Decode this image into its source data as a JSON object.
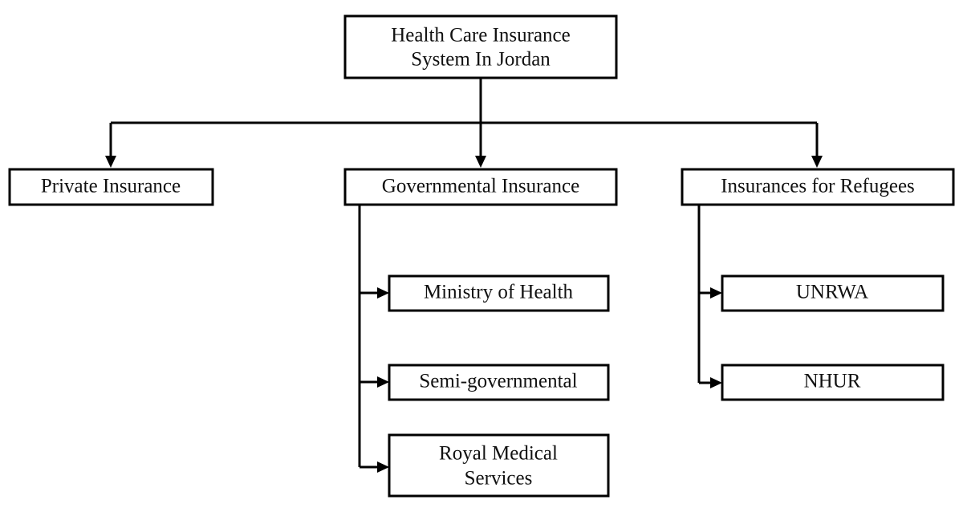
{
  "diagram": {
    "title": "Health Care Insurance System In Jordan",
    "type": "organizational-tree",
    "orientation": "top-down",
    "background_color": "#ffffff",
    "line_color": "#000000",
    "box_fill_color": "#ffffff",
    "text_color": "#111111",
    "nodes": {
      "root": {
        "label_line1": "Health Care Insurance",
        "label_line2": "System In Jordan",
        "level": 0
      },
      "private": {
        "label_line1": "Private Insurance",
        "label_line2": "",
        "level": 1
      },
      "governmental": {
        "label_line1": "Governmental Insurance",
        "label_line2": "",
        "level": 1
      },
      "refugees": {
        "label_line1": "Insurances for Refugees",
        "label_line2": "",
        "level": 1
      },
      "moh": {
        "label_line1": "Ministry of Health",
        "label_line2": "",
        "level": 2
      },
      "semi": {
        "label_line1": "Semi-governmental",
        "label_line2": "",
        "level": 2
      },
      "rms": {
        "label_line1": "Royal Medical",
        "label_line2": "Services",
        "level": 2
      },
      "unrwa": {
        "label_line1": "UNRWA",
        "label_line2": "",
        "level": 2
      },
      "nhur": {
        "label_line1": "NHUR",
        "label_line2": "",
        "level": 2
      }
    },
    "edges": [
      {
        "from": "root",
        "to": "private"
      },
      {
        "from": "root",
        "to": "governmental"
      },
      {
        "from": "root",
        "to": "refugees"
      },
      {
        "from": "governmental",
        "to": "moh"
      },
      {
        "from": "governmental",
        "to": "semi"
      },
      {
        "from": "governmental",
        "to": "rms"
      },
      {
        "from": "refugees",
        "to": "unrwa"
      },
      {
        "from": "refugees",
        "to": "nhur"
      }
    ]
  }
}
